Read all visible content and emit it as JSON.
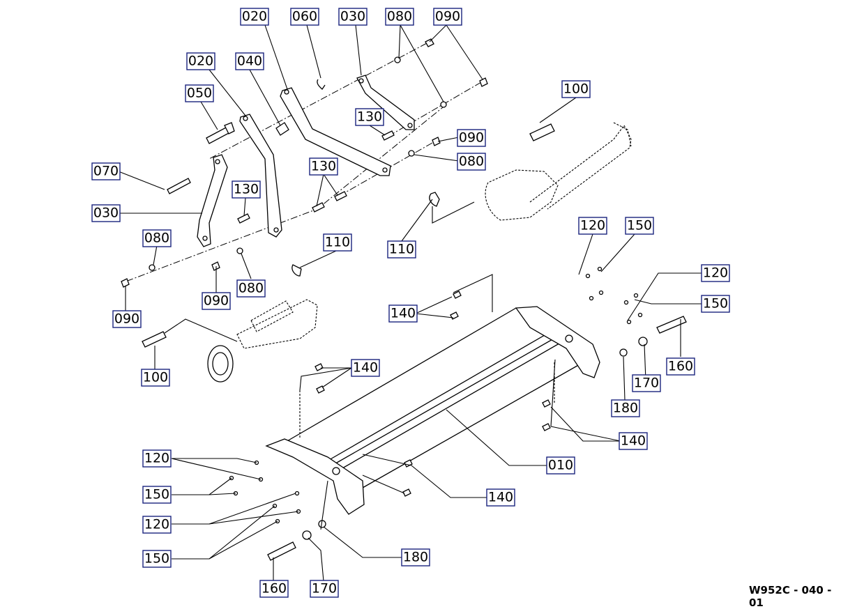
{
  "drawing_code": "W952C - 040 - 01",
  "callouts": {
    "c1": "020",
    "c2": "060",
    "c3": "030",
    "c4": "080",
    "c5": "090",
    "c6": "020",
    "c7": "040",
    "c8": "050",
    "c9": "100",
    "c10": "130",
    "c11": "090",
    "c12": "080",
    "c13": "070",
    "c14": "130",
    "c15": "130",
    "c16": "030",
    "c17": "110",
    "c18": "080",
    "c19": "110",
    "c20": "090",
    "c21": "080",
    "c22": "120",
    "c23": "150",
    "c24": "090",
    "c25": "120",
    "c26": "150",
    "c27": "140",
    "c28": "100",
    "c29": "160",
    "c30": "170",
    "c31": "140",
    "c32": "180",
    "c33": "140",
    "c34": "010",
    "c35": "120",
    "c36": "150",
    "c37": "140",
    "c38": "120",
    "c39": "180",
    "c40": "150",
    "c41": "160",
    "c42": "170"
  }
}
